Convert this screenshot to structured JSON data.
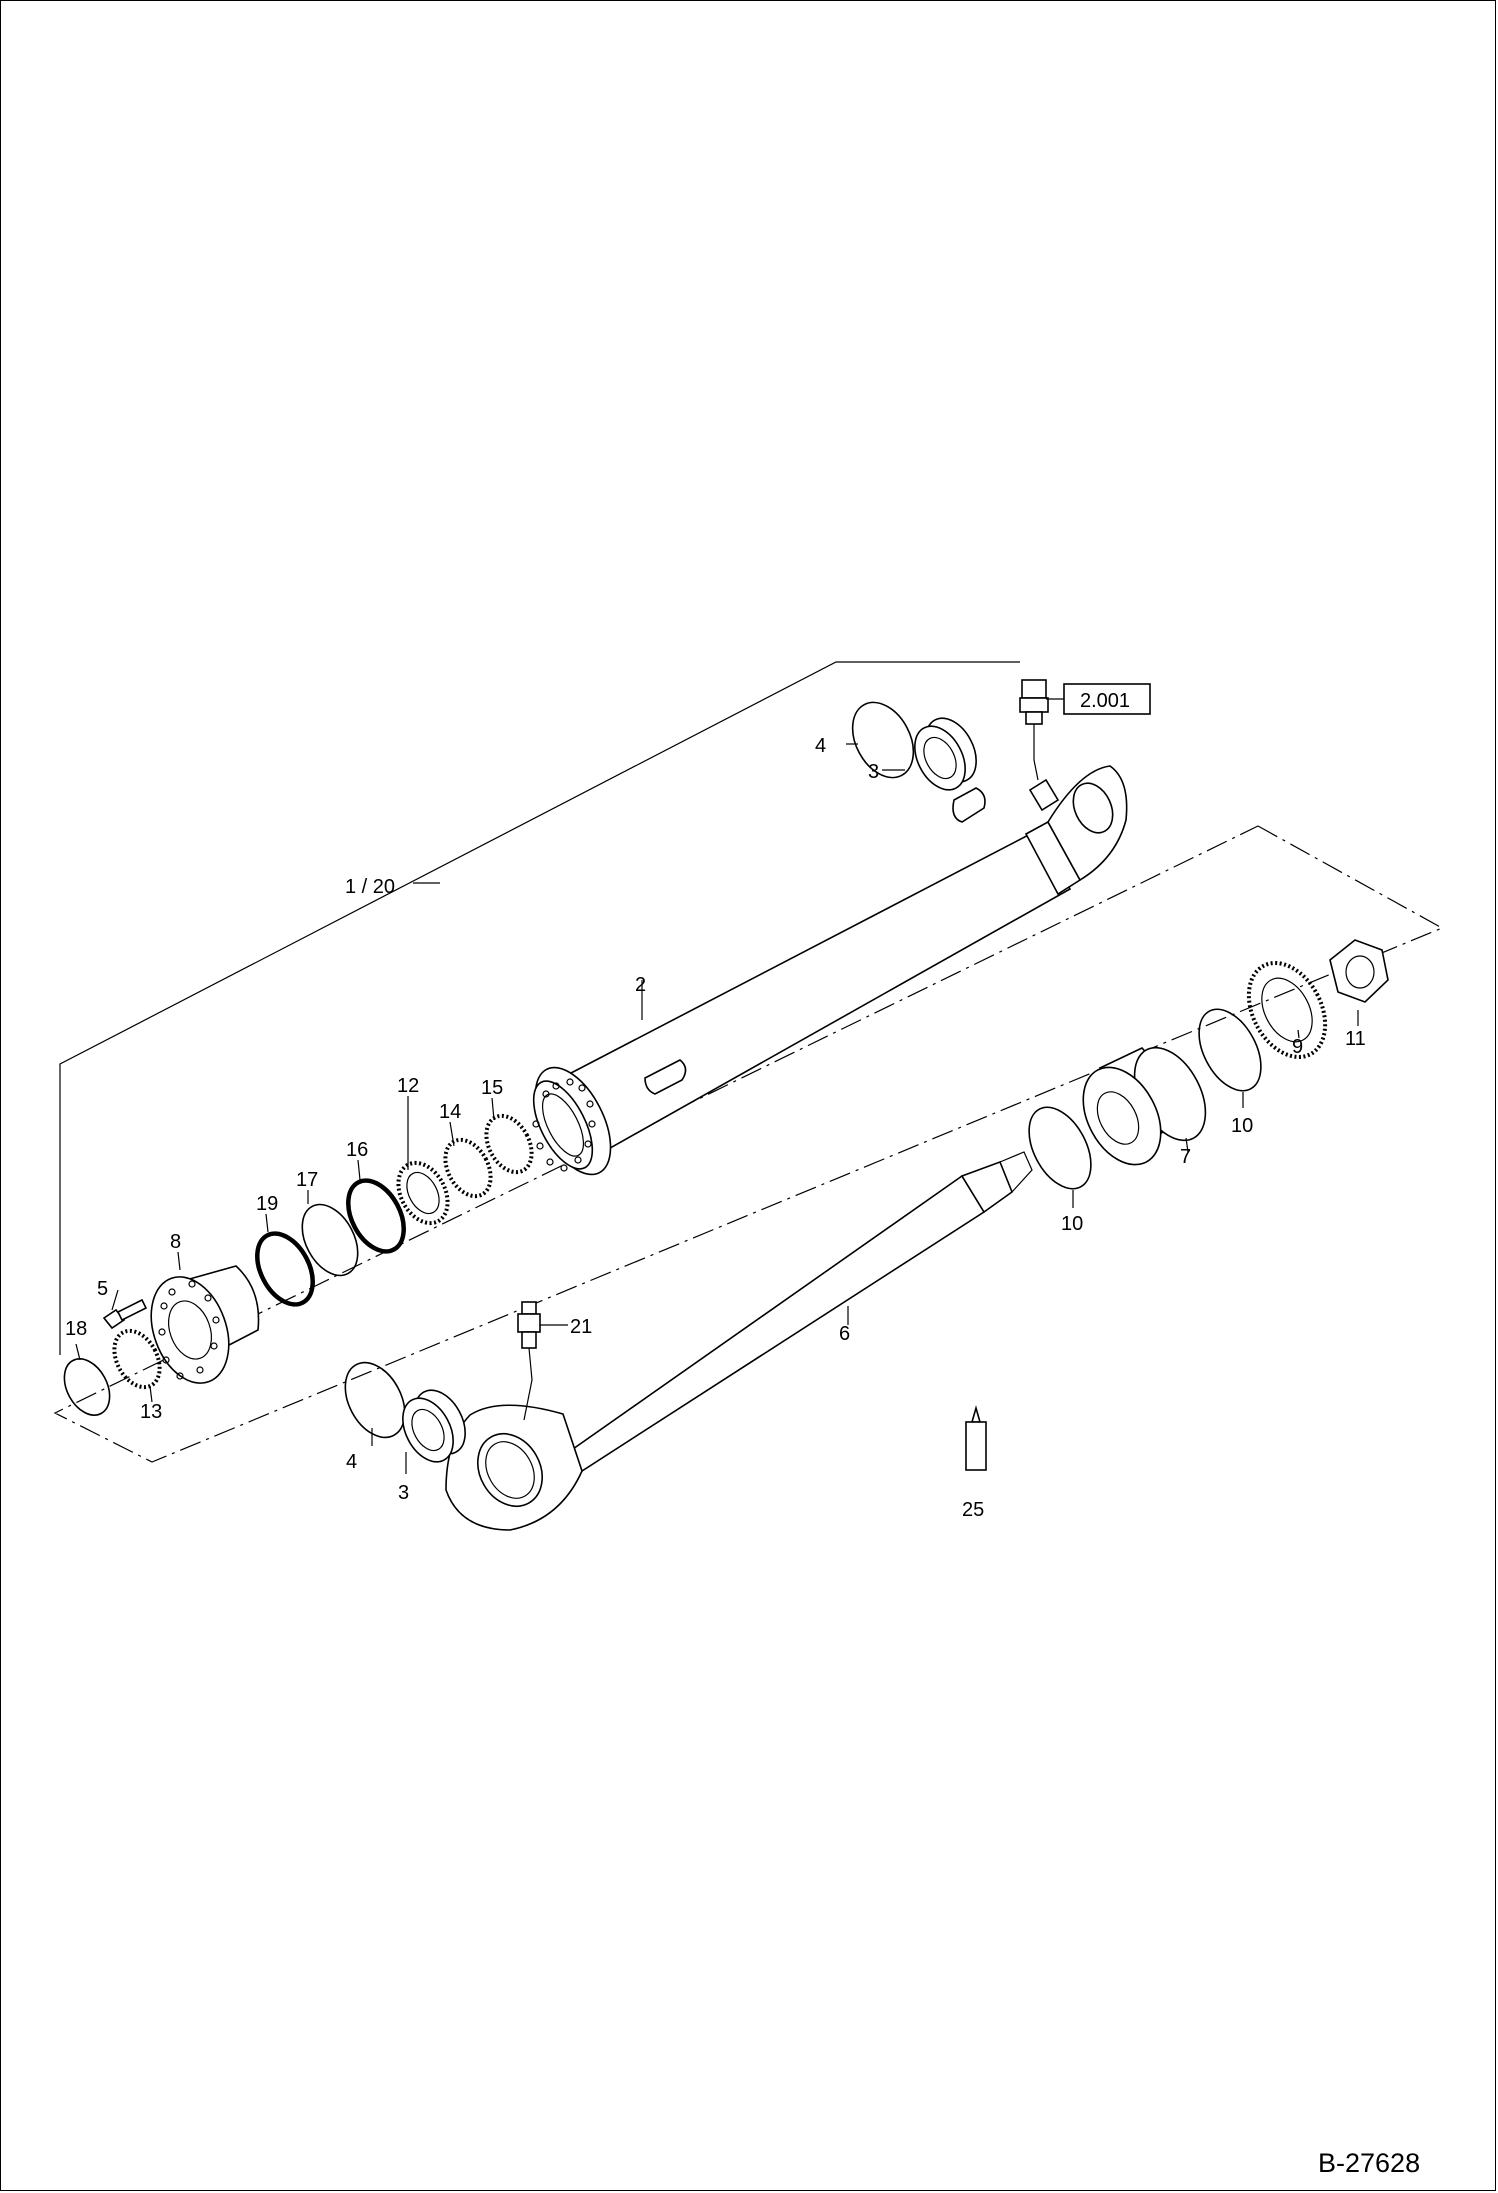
{
  "diagram": {
    "callouts": [
      {
        "id": "c1_20",
        "label": "1  /  20"
      },
      {
        "id": "c2",
        "label": "2"
      },
      {
        "id": "c3a",
        "label": "3"
      },
      {
        "id": "c3b",
        "label": "3"
      },
      {
        "id": "c4a",
        "label": "4"
      },
      {
        "id": "c4b",
        "label": "4"
      },
      {
        "id": "c5",
        "label": "5"
      },
      {
        "id": "c6",
        "label": "6"
      },
      {
        "id": "c7",
        "label": "7"
      },
      {
        "id": "c8",
        "label": "8"
      },
      {
        "id": "c9",
        "label": "9"
      },
      {
        "id": "c10a",
        "label": "10"
      },
      {
        "id": "c10b",
        "label": "10"
      },
      {
        "id": "c11",
        "label": "11"
      },
      {
        "id": "c12",
        "label": "12"
      },
      {
        "id": "c13",
        "label": "13"
      },
      {
        "id": "c14",
        "label": "14"
      },
      {
        "id": "c15",
        "label": "15"
      },
      {
        "id": "c16",
        "label": "16"
      },
      {
        "id": "c17",
        "label": "17"
      },
      {
        "id": "c18",
        "label": "18"
      },
      {
        "id": "c19",
        "label": "19"
      },
      {
        "id": "c21",
        "label": "21"
      },
      {
        "id": "c25",
        "label": "25"
      }
    ],
    "reference_box": "2.001",
    "document_number": "B-27628"
  }
}
